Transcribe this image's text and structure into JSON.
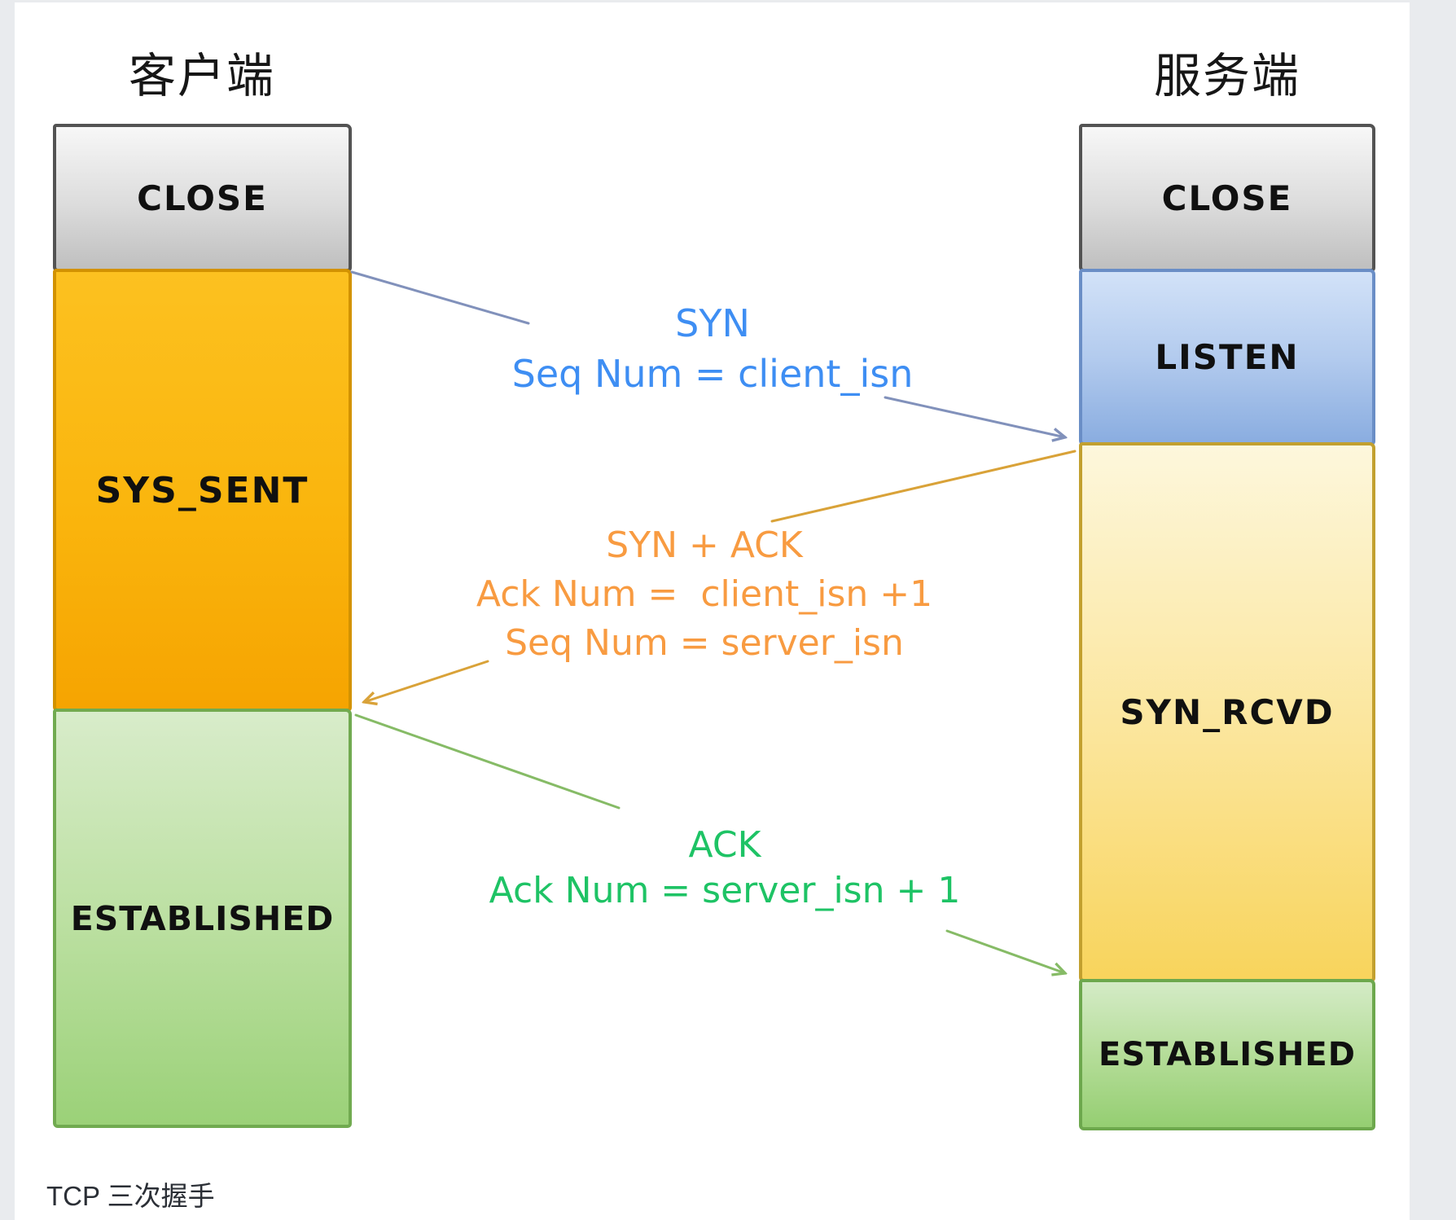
{
  "caption": "TCP 三次握手",
  "columns": {
    "client": {
      "title": "客户端",
      "states": {
        "close": "CLOSE",
        "syn_sent": "SYS_SENT",
        "established": "ESTABLISHED"
      }
    },
    "server": {
      "title": "服务端",
      "states": {
        "close": "CLOSE",
        "listen": "LISTEN",
        "syn_rcvd": "SYN_RCVD",
        "established": "ESTABLISHED"
      }
    }
  },
  "messages": {
    "syn": {
      "title": "SYN",
      "detail1": "Seq Num = client_isn",
      "color": "#3e8ef3"
    },
    "syn_ack": {
      "title": "SYN + ACK",
      "detail1": "Ack Num =  client_isn +1",
      "detail2": "Seq Num = server_isn",
      "color": "#f89b41"
    },
    "ack": {
      "title": "ACK",
      "detail1": "Ack Num = server_isn + 1",
      "color": "#1ec365"
    }
  },
  "palette": {
    "close_fill": "#d9d9d9",
    "syn_sent_fill": "#fbb91c",
    "listen_fill": "#a9c4e9",
    "syn_rcvd_fill": "#fada64",
    "established_fill": "#a8d88a",
    "syn_arrow": "#8191bb",
    "syn_ack_arrow": "#d9a238",
    "ack_arrow": "#86bb66"
  }
}
